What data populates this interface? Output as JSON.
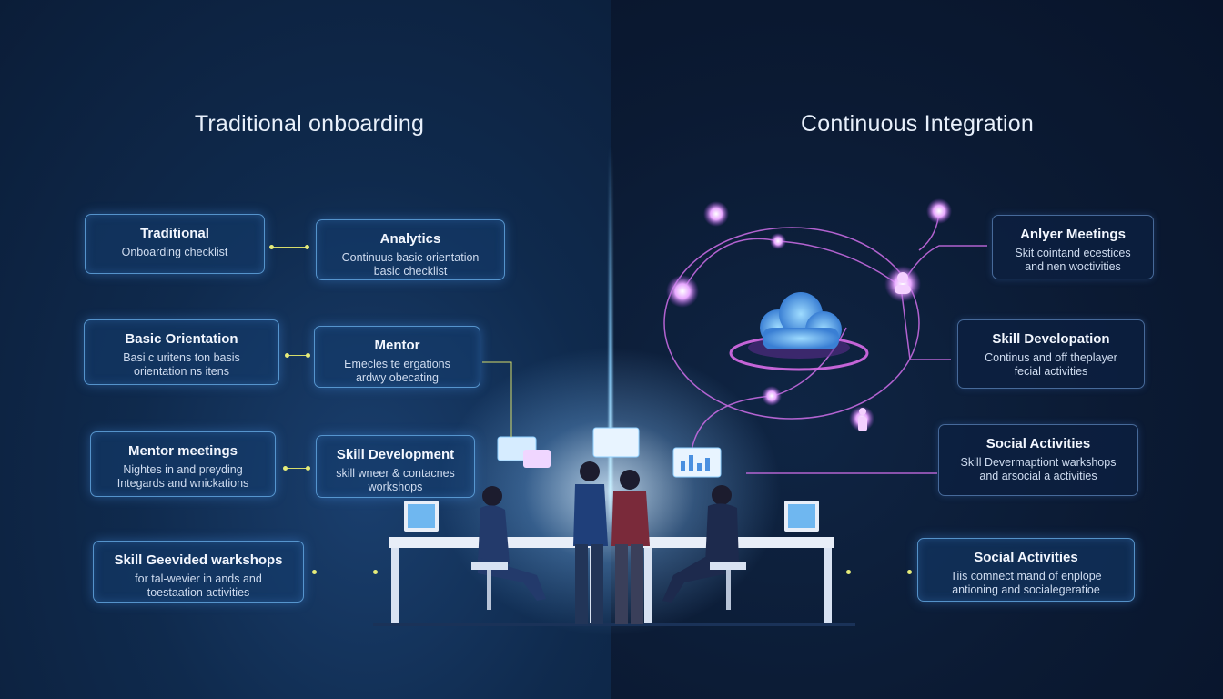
{
  "left": {
    "title": "Traditional onboarding",
    "cards": [
      {
        "title": "Traditional",
        "lines": [
          "Onboarding checklist"
        ]
      },
      {
        "title": "Analytics",
        "lines": [
          "Continuus basic orientation",
          "basic checklist"
        ]
      },
      {
        "title": "Basic Orientation",
        "lines": [
          "Basi c uritens ton basis",
          "orientation ns itens"
        ]
      },
      {
        "title": "Mentor",
        "lines": [
          "Emecles te ergations",
          "ardwy obecating"
        ]
      },
      {
        "title": "Mentor meetings",
        "lines": [
          "Nightes in and preyding",
          "Integards and wnickations"
        ]
      },
      {
        "title": "Skill Development",
        "lines": [
          "skill wneer & contacnes",
          "workshops"
        ]
      },
      {
        "title": "Skill Geevided warkshops",
        "lines": [
          "for tal-wevier in ands and",
          "toestaation activities"
        ]
      }
    ]
  },
  "right": {
    "title": "Continuous Integration",
    "cards": [
      {
        "title": "Anlyer Meetings",
        "lines": [
          "Skit cointand ecestices",
          "and nen woctivities"
        ]
      },
      {
        "title": "Skill Developation",
        "lines": [
          "Continus and off theplayer",
          "fecial activities"
        ]
      },
      {
        "title": "Social Activities",
        "lines": [
          "Skill Devermaptiont warkshops",
          "and arsocial a activities"
        ]
      },
      {
        "title": "Social Activities",
        "lines": [
          "Tiis comnect mand of enplope",
          "antioning and socialegeratioe"
        ]
      }
    ]
  },
  "colors": {
    "accent": "#7fc4ff",
    "connector": "#d6dc6a",
    "network": "#c46ae0",
    "node": "#e8a8ff"
  },
  "icons": [
    "cloud-icon",
    "person-icon",
    "laptop-icon",
    "chart-icon",
    "chat-icon"
  ]
}
